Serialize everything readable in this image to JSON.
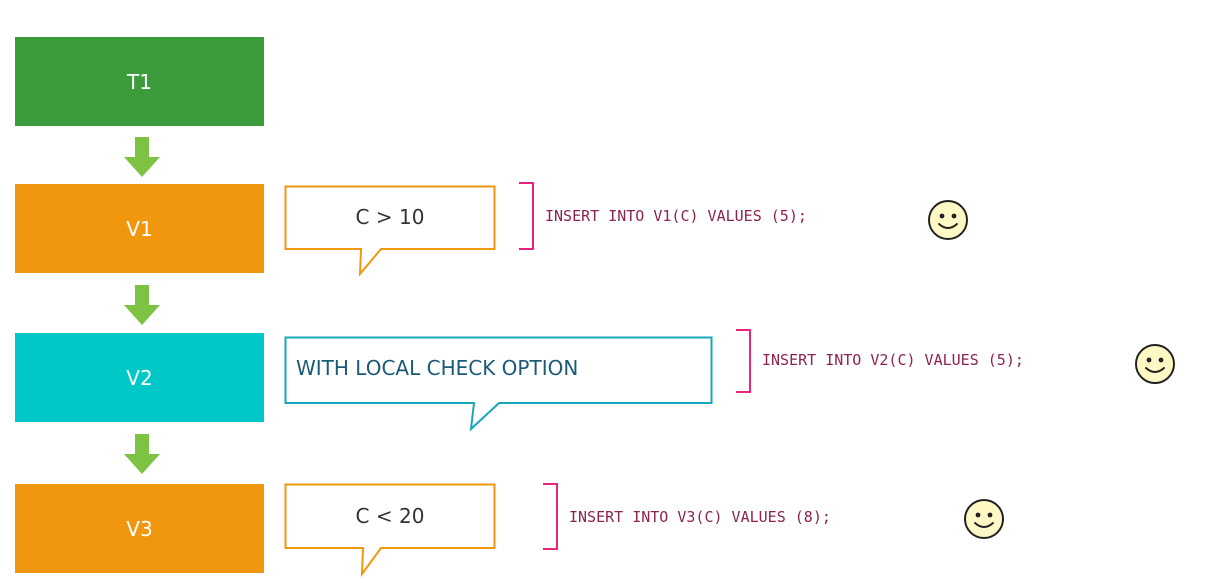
{
  "nodes": [
    {
      "label": "T1",
      "color": "#3c9b3a"
    },
    {
      "label": "V1",
      "color": "#f0960f"
    },
    {
      "label": "V2",
      "color": "#00c8c8"
    },
    {
      "label": "V3",
      "color": "#f0960f"
    }
  ],
  "conditions": [
    {
      "text": "C > 10",
      "color": "#f0960f"
    },
    {
      "text": "WITH LOCAL CHECK OPTION",
      "color": "#18a8b8",
      "text_color": "#1b5b78"
    },
    {
      "text": "C < 20",
      "color": "#f0960f"
    }
  ],
  "statements": [
    {
      "sql": "INSERT INTO V1(C) VALUES (5);"
    },
    {
      "sql": "INSERT INTO V2(C) VALUES (5);"
    },
    {
      "sql": "INSERT INTO V3(C) VALUES (8);"
    }
  ],
  "colors": {
    "arrow": "#7dc242",
    "bracket": "#e8247c",
    "sql_text": "#8c2350",
    "smiley_fill": "#fff8c4"
  },
  "icons": {
    "arrow": "down-arrow-icon",
    "smiley": "smiley-icon"
  }
}
